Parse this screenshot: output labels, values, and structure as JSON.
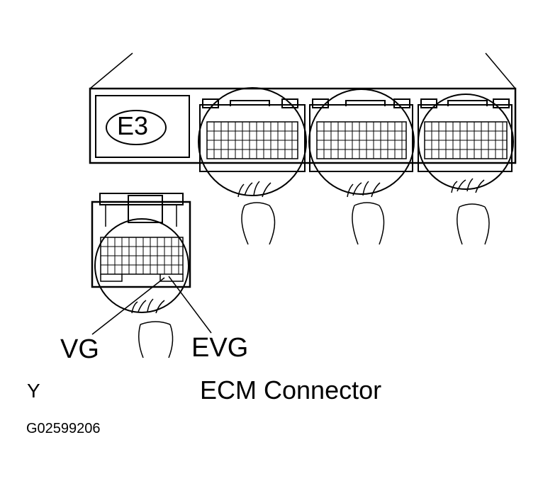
{
  "labels": {
    "connector_code": "E3",
    "pin_vg": "VG",
    "pin_evg": "EVG",
    "view_marker": "Y",
    "caption": "ECM Connector",
    "figure_id": "G02599206"
  },
  "colors": {
    "ink": "#000000",
    "paper": "#ffffff"
  }
}
